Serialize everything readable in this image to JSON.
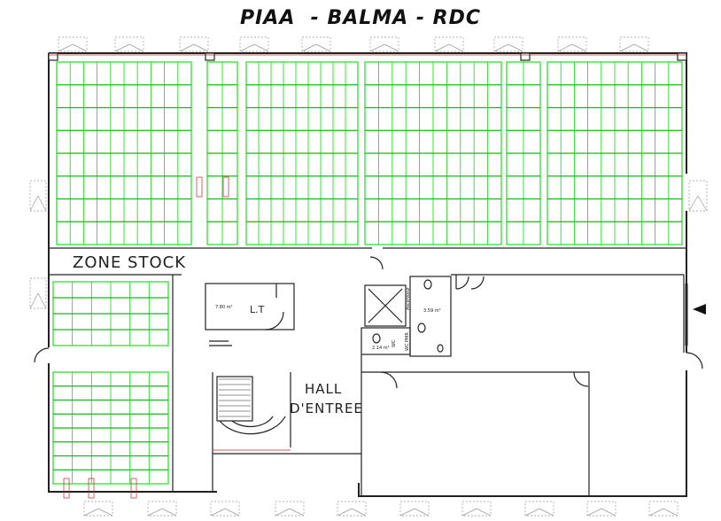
{
  "title": "PIAA  - BALMA - RDC",
  "labels": {
    "zone_stock": "ZONE STOCK",
    "hall_line1": "HALL",
    "hall_line2": "D'ENTREE",
    "lt": "L.T",
    "area_lt": "7.80 m²",
    "area_wc_right": "3.59 m²",
    "area_wc_left": "2.14 m²",
    "ascenseur": "Ascenseur",
    "wc_pmr": "WC PMR",
    "wc": "WC"
  },
  "colors": {
    "wall": "#222222",
    "racking": "#22dd22",
    "racking_dark": "#14b814",
    "accent_red": "#cc2222"
  }
}
